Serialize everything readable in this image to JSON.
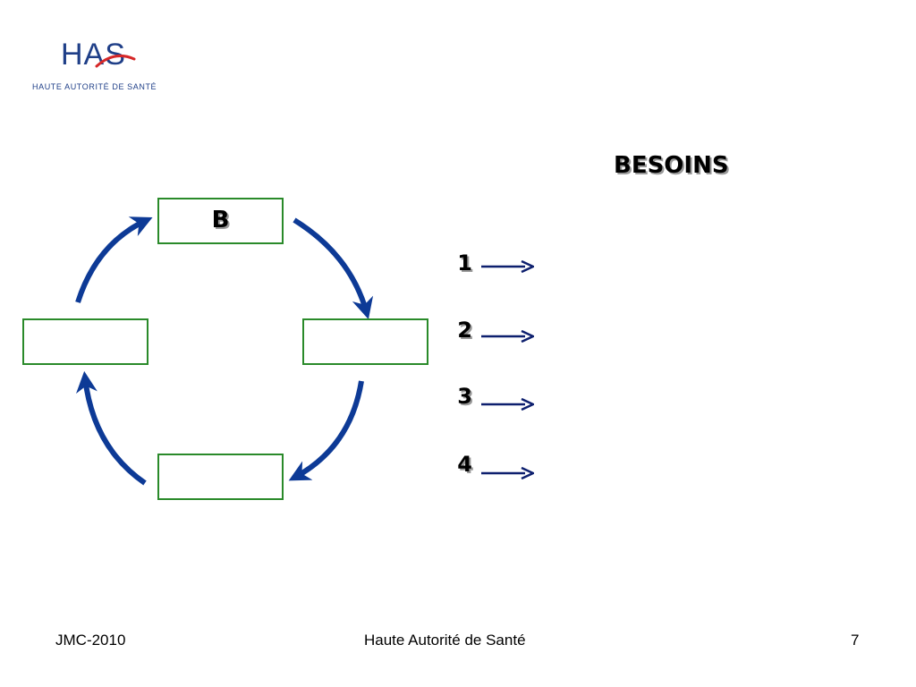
{
  "logo": {
    "main": "HAS",
    "sub": "HAUTE AUTORITÉ DE SANTÉ"
  },
  "diagram": {
    "top_box_label": "B",
    "right_box_label": "",
    "bottom_box_label": "",
    "left_box_label": ""
  },
  "needs": {
    "heading": "BESOINS",
    "items": [
      "1",
      "2",
      "3",
      "4"
    ]
  },
  "footer": {
    "left": "JMC-2010",
    "center": "Haute Autorité de Santé",
    "page_number": "7"
  },
  "colors": {
    "arrow": "#0d3a96",
    "box_border": "#2a8a2a",
    "text_shadow": "#9a9a9a"
  }
}
